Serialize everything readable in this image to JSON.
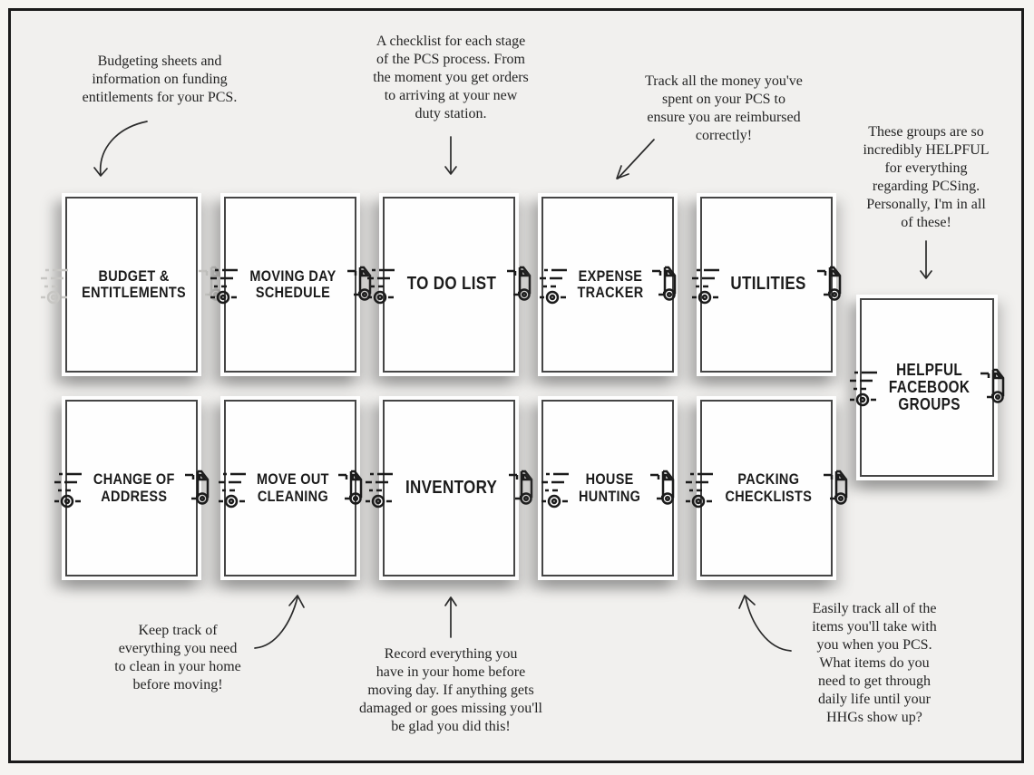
{
  "title": "PCS planner printable pages showcase",
  "colors": {
    "page-bg": "#f5f4f1",
    "panel-bg": "#f1f0ee",
    "frame": "#1a1a1a",
    "ink": "#1b1b1b",
    "muted-icon": "#c7c6c3",
    "card-border": "#454545"
  },
  "icons": {
    "left": "truck-speed-lines-wheel-icon",
    "right": "truck-cab-icon"
  },
  "cards": [
    {
      "name": "Budget & Entitlements",
      "lines": [
        "BUDGET &",
        "ENTITLEMENTS"
      ],
      "muted_icon": true
    },
    {
      "name": "Moving Day Schedule",
      "lines": [
        "MOVING DAY",
        "SCHEDULE"
      ],
      "muted_icon": false
    },
    {
      "name": "To Do List",
      "lines": [
        "TO DO LIST"
      ],
      "muted_icon": false
    },
    {
      "name": "Expense Tracker",
      "lines": [
        "EXPENSE",
        "TRACKER"
      ],
      "muted_icon": false
    },
    {
      "name": "Utilities",
      "lines": [
        "UTILITIES"
      ],
      "muted_icon": false
    },
    {
      "name": "Change of Address",
      "lines": [
        "CHANGE OF",
        "ADDRESS"
      ],
      "muted_icon": false
    },
    {
      "name": "Move Out Cleaning",
      "lines": [
        "MOVE OUT",
        "CLEANING"
      ],
      "muted_icon": false
    },
    {
      "name": "Inventory",
      "lines": [
        "INVENTORY"
      ],
      "muted_icon": false
    },
    {
      "name": "House Hunting",
      "lines": [
        "HOUSE",
        "HUNTING"
      ],
      "muted_icon": false
    },
    {
      "name": "Packing Checklists",
      "lines": [
        "PACKING",
        "CHECKLISTS"
      ],
      "muted_icon": false
    },
    {
      "name": "Helpful Facebook Groups",
      "lines": [
        "HELPFUL",
        "FACEBOOK",
        "GROUPS"
      ],
      "muted_icon": false
    }
  ],
  "annotations": [
    {
      "id": "budget-note",
      "text": "Budgeting sheets and information on funding entitlements for your PCS.",
      "lines": [
        "Budgeting sheets and",
        "information on funding",
        "entitlements for your PCS."
      ]
    },
    {
      "id": "checklist-note",
      "text": "A checklist for each stage of the PCS process. From the moment you get orders to arriving at your new duty station.",
      "lines": [
        "A checklist for each stage",
        "of the PCS process. From",
        "the moment you get orders",
        "to arriving at your new",
        "duty station."
      ]
    },
    {
      "id": "expense-note",
      "text": "Track all the money you've spent on your PCS to ensure you are reimbursed correctly!",
      "lines": [
        "Track all the money you've",
        "spent on your PCS to",
        "ensure you are reimbursed",
        "correctly!"
      ]
    },
    {
      "id": "facebook-note",
      "text": "These groups are so incredibly HELPFUL for everything regarding PCSing. Personally, I'm in all of these!",
      "lines": [
        "These groups are so",
        "incredibly HELPFUL",
        "for everything",
        "regarding PCSing.",
        "Personally, I'm in all",
        "of these!"
      ]
    },
    {
      "id": "cleaning-note",
      "text": "Keep track of everything you need to clean in your home before moving!",
      "lines": [
        "Keep track of",
        "everything you need",
        "to clean in your home",
        "before moving!"
      ]
    },
    {
      "id": "inventory-note",
      "text": "Record everything you have in your home before moving day. If anything gets damaged or goes missing you'll be glad you did this!",
      "lines": [
        "Record everything you",
        "have in your home before",
        "moving day. If anything gets",
        "damaged or goes missing you'll",
        "be glad you did this!"
      ]
    },
    {
      "id": "packing-note",
      "text": "Easily track all of the items you'll take with you when you PCS. What items do you need to get through daily life until your HHGs show up?",
      "lines": [
        "Easily track all of the",
        "items you'll take with",
        "you when you PCS.",
        "What items do you",
        "need to get through",
        "daily life until your",
        "HHGs show up?"
      ]
    }
  ]
}
